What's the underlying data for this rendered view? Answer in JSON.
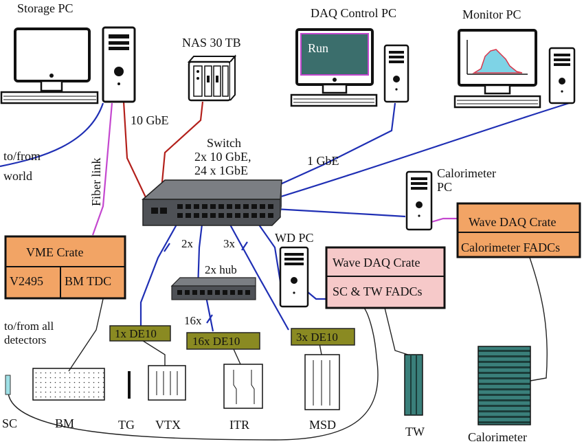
{
  "computers": {
    "storage_pc": "Storage  PC",
    "nas": "NAS 30 TB",
    "daq_control_pc": "DAQ Control PC",
    "daq_screen_text": "Run",
    "monitor_pc": "Monitor PC",
    "calorimeter_pc_line1": "Calorimeter",
    "calorimeter_pc_line2": "PC",
    "wd_pc": "WD PC"
  },
  "network": {
    "link_10gbe": "10 GbE",
    "link_1gbe": "1 GbE",
    "to_from_world_line1": "to/from",
    "to_from_world_line2": "world",
    "fiber_link": "Fiber link",
    "switch_line1": "Switch",
    "switch_line2": "2x 10 GbE,",
    "switch_line3": "24 x 1GbE",
    "hub": "2x hub",
    "mult_2x": "2x",
    "mult_3x": "3x",
    "mult_16x": "16x"
  },
  "crates": {
    "vme_title": "VME Crate",
    "vme_v2495": "V2495",
    "vme_bm_tdc": "BM TDC",
    "to_from_all_line1": "to/from all",
    "to_from_all_line2": "detectors",
    "wave_dcrate_1": "Wave DAQ Crate",
    "wave_sc_tw": "SC & TW FADCs",
    "wave_dcrate_2": "Wave DAQ Crate",
    "wave_calo": "Calorimeter FADCs"
  },
  "boards": {
    "de10_1": "1x DE10",
    "de10_16": "16x DE10",
    "de10_3": "3x DE10"
  },
  "detectors": {
    "sc": "SC",
    "bm": "BM",
    "tg": "TG",
    "vtx": "VTX",
    "itr": "ITR",
    "msd": "MSD",
    "tw": "TW",
    "calorimeter": "Calorimeter"
  },
  "colors": {
    "orange_crate": "#f2a465",
    "pink_crate": "#f6c9c9",
    "olive_board": "#8a8a22",
    "teal": "#3a7f7a",
    "link_blue": "#1f2fb4",
    "link_red": "#b3201b",
    "link_magenta": "#c447cf",
    "switch_gray": "#55585c"
  }
}
